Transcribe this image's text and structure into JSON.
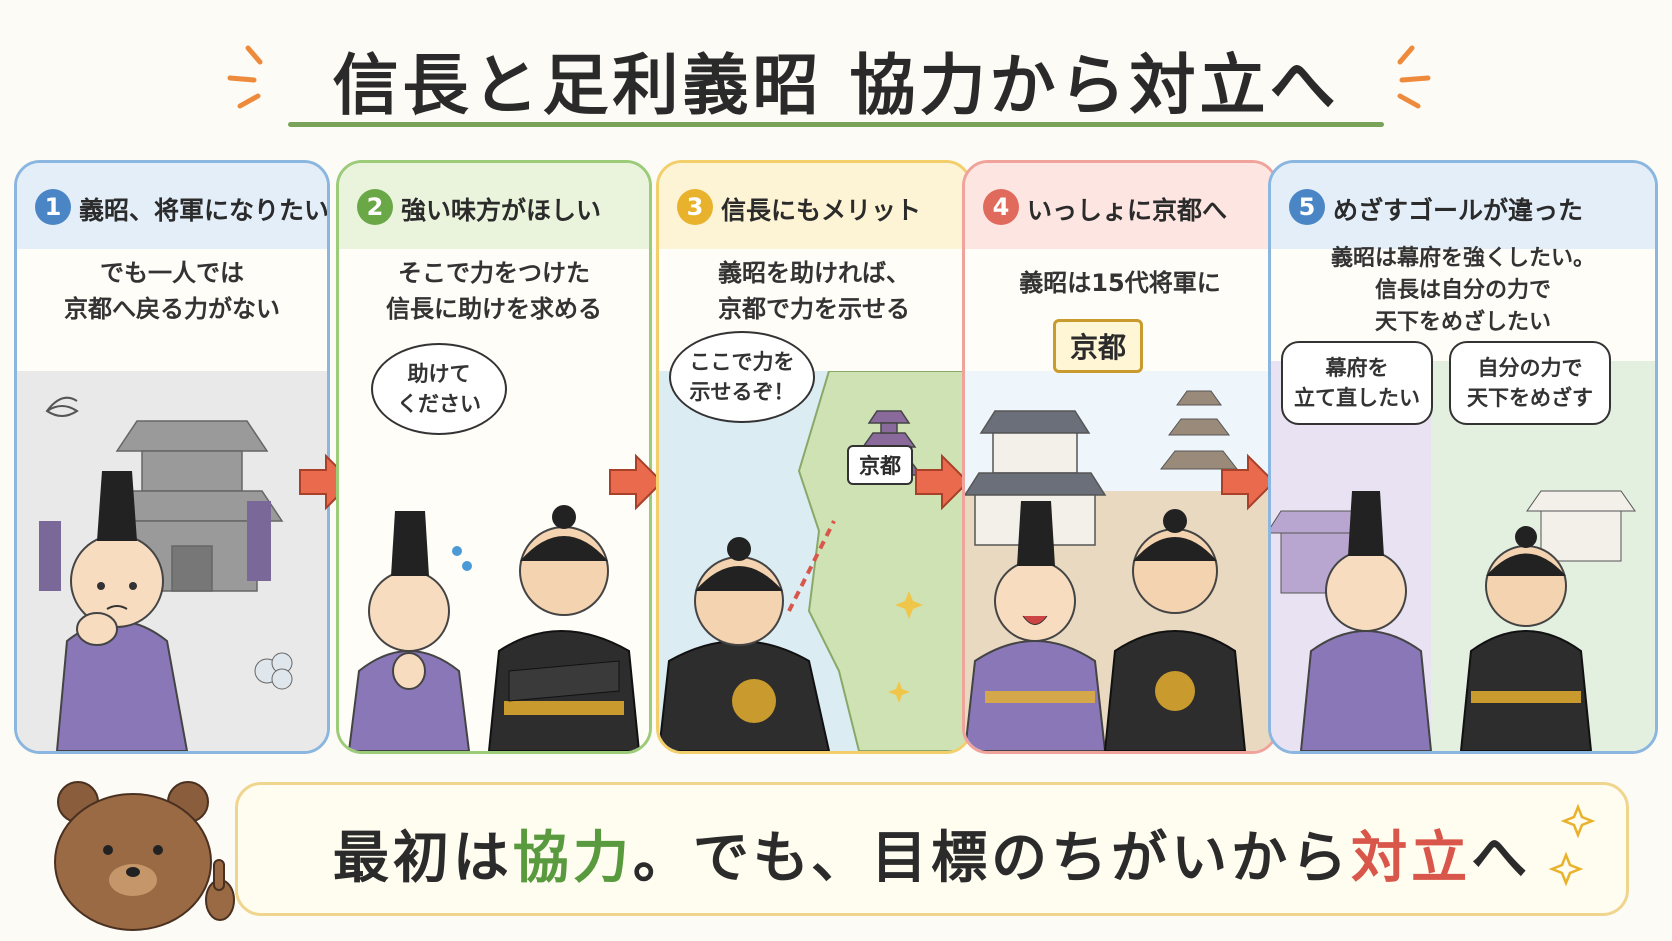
{
  "title": "信長と足利義昭 協力から対立へ",
  "colors": {
    "blue": "#6aa2d8",
    "green": "#8fbe6a",
    "yellow": "#f0c64a",
    "red": "#ee8f86",
    "arrow": "#e96a4d",
    "underline": "#7aa35a",
    "accent_green": "#5a9a3e",
    "accent_red": "#d9574a"
  },
  "panels": [
    {
      "number": "1",
      "heading": "義昭、将軍になりたい",
      "caption": [
        "でも一人では",
        "京都へ戻る力がない"
      ]
    },
    {
      "number": "2",
      "heading": "強い味方がほしい",
      "caption": [
        "そこで力をつけた",
        "信長に助けを求める"
      ],
      "bubble": [
        "助けて",
        "ください"
      ]
    },
    {
      "number": "3",
      "heading": "信長にもメリット",
      "caption": [
        "義昭を助ければ、",
        "京都で力を示せる"
      ],
      "bubble": [
        "ここで力を",
        "示せるぞ！"
      ],
      "map_label": "京都"
    },
    {
      "number": "4",
      "heading": "いっしょに京都へ",
      "caption": [
        "義昭は15代将軍に"
      ],
      "sign": "京都"
    },
    {
      "number": "5",
      "heading": "めざすゴールが違った",
      "caption": [
        "義昭は幕府を強くしたい。",
        "信長は自分の力で",
        "天下をめざしたい"
      ],
      "bubble_left": [
        "幕府を",
        "立て直したい"
      ],
      "bubble_right": [
        "自分の力で",
        "天下をめざす"
      ]
    }
  ],
  "footer": {
    "part1": "最初は",
    "part2": "協力",
    "part3": "。でも、目標のちがいから",
    "part4": "対立",
    "part5": "へ"
  },
  "icons": [
    "arrow-right-icon",
    "sparkle-icon",
    "bear-mascot",
    "castle-icon",
    "pagoda-icon"
  ]
}
